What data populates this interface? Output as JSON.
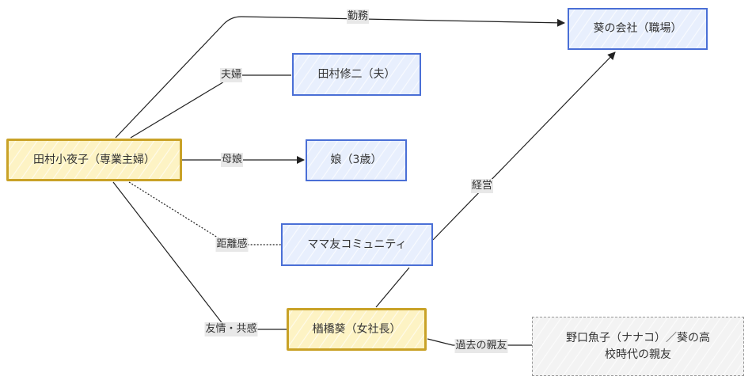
{
  "diagram": {
    "type": "relationship-flowchart",
    "nodes": [
      {
        "id": "sayoko",
        "label": "田村小夜子（専業主婦）",
        "style": "yellow"
      },
      {
        "id": "company",
        "label": "葵の会社（職場）",
        "style": "blue"
      },
      {
        "id": "shuji",
        "label": "田村修二（夫）",
        "style": "blue"
      },
      {
        "id": "daughter",
        "label": "娘（3歳）",
        "style": "blue"
      },
      {
        "id": "mamatomo",
        "label": "ママ友コミュニティ",
        "style": "blue"
      },
      {
        "id": "aoi",
        "label": "楢橋葵（女社長）",
        "style": "yellow"
      },
      {
        "id": "nanako",
        "label": "野口魚子（ナナコ）／葵の高校時代の親友",
        "style": "gray-dashed"
      }
    ],
    "edges": [
      {
        "from": "sayoko",
        "to": "company",
        "label": "勤務",
        "arrow": true,
        "dashed": false
      },
      {
        "from": "sayoko",
        "to": "shuji",
        "label": "夫婦",
        "arrow": false,
        "dashed": false
      },
      {
        "from": "sayoko",
        "to": "daughter",
        "label": "母娘",
        "arrow": true,
        "dashed": false
      },
      {
        "from": "sayoko",
        "to": "mamatomo",
        "label": "距離感",
        "arrow": false,
        "dashed": true
      },
      {
        "from": "sayoko",
        "to": "aoi",
        "label": "友情・共感",
        "arrow": false,
        "dashed": false
      },
      {
        "from": "aoi",
        "to": "company",
        "label": "経営",
        "arrow": true,
        "dashed": false
      },
      {
        "from": "aoi",
        "to": "nanako",
        "label": "過去の親友",
        "arrow": false,
        "dashed": false
      }
    ]
  },
  "colors": {
    "blue_fill": "#e8effd",
    "blue_border": "#4a6fd6",
    "yellow_fill": "#fdf3c4",
    "yellow_border": "#c9a227",
    "gray_fill": "#f3f3f3",
    "gray_border": "#999999",
    "edge": "#222222",
    "label_bg": "#e8e8e8"
  }
}
